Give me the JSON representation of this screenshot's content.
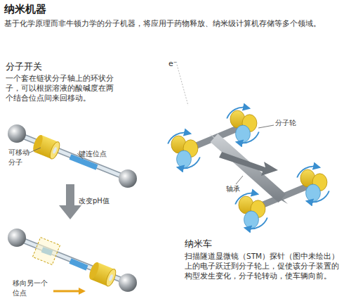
{
  "diagram": {
    "title": "纳米机器",
    "labels": [
      "基于化学原理而非牛顿力学的分子机器，将应用于药物释放、纳米级计算机存储等多个领域。",
      "分子开关",
      "一个套在链状分子轴上的环状分子，可以根据溶液的酸碱度在两个结合位点间来回移动。",
      "键连位点",
      "可移动分子",
      "改变pH值",
      "移向另一个位点",
      "e⁻",
      "分子轮",
      "轴承",
      "纳米车",
      "扫描隧道显微镜（STM）探针（图中未绘出）上的电子跃迁到分子轮上，促使该分子装置的构型发生变化，分子轮转动，使车辆向前。"
    ]
  }
}
